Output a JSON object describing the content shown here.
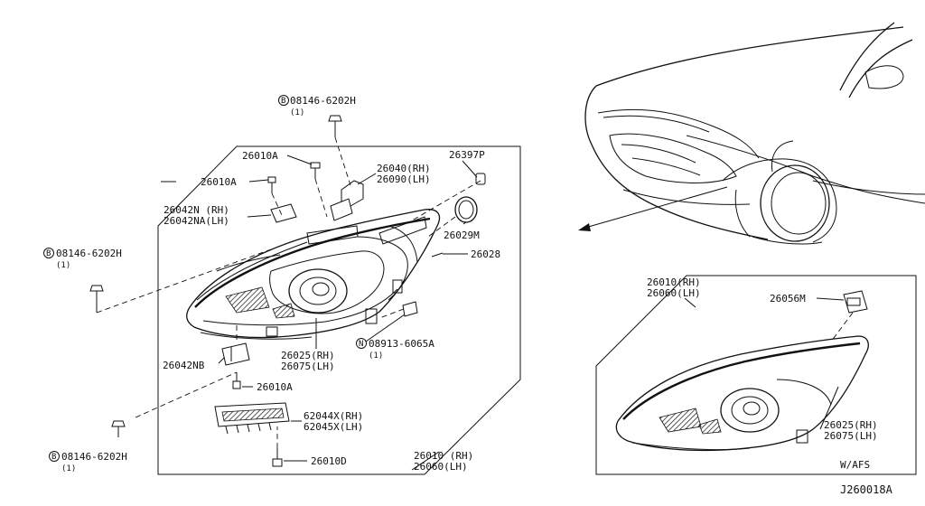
{
  "labels": {
    "bolt_top": "08146-6202H",
    "bolt_top_qty": "(1)",
    "bolt_left": "08146-6202H",
    "bolt_left_qty": "(1)",
    "bolt_bottom": "08146-6202H",
    "bolt_bottom_qty": "(1)",
    "screw_a1": "26010A",
    "screw_a2": "26010A",
    "screw_a3": "26010A",
    "screw_d": "26010D",
    "bracket_rh_lh_line1": "26040(RH)",
    "bracket_rh_lh_line2": "26090(LH)",
    "cap_small": "26397P",
    "bracket_n_line1": "26042N (RH)",
    "bracket_n_line2": "26042NA(LH)",
    "cap_round": "26029M",
    "clip_small": "26028",
    "nut_n": "08913-6065A",
    "nut_n_qty": "(1)",
    "unit_line1": "26025(RH)",
    "unit_line2": "26075(LH)",
    "bracket_nb": "26042NB",
    "seal_line1": "62044X(RH)",
    "seal_line2": "62045X(LH)",
    "assy_line1": "26010 (RH)",
    "assy_line2": "26060(LH)",
    "afs_assy_line1": "26010(RH)",
    "afs_assy_line2": "26060(LH)",
    "afs_module": "26056M",
    "afs_unit_line1": "26025(RH)",
    "afs_unit_line2": "26075(LH)",
    "afs_caption": "W/AFS",
    "figure_code": "J260018A"
  },
  "markers": {
    "bolt": "B",
    "nut": "N"
  }
}
